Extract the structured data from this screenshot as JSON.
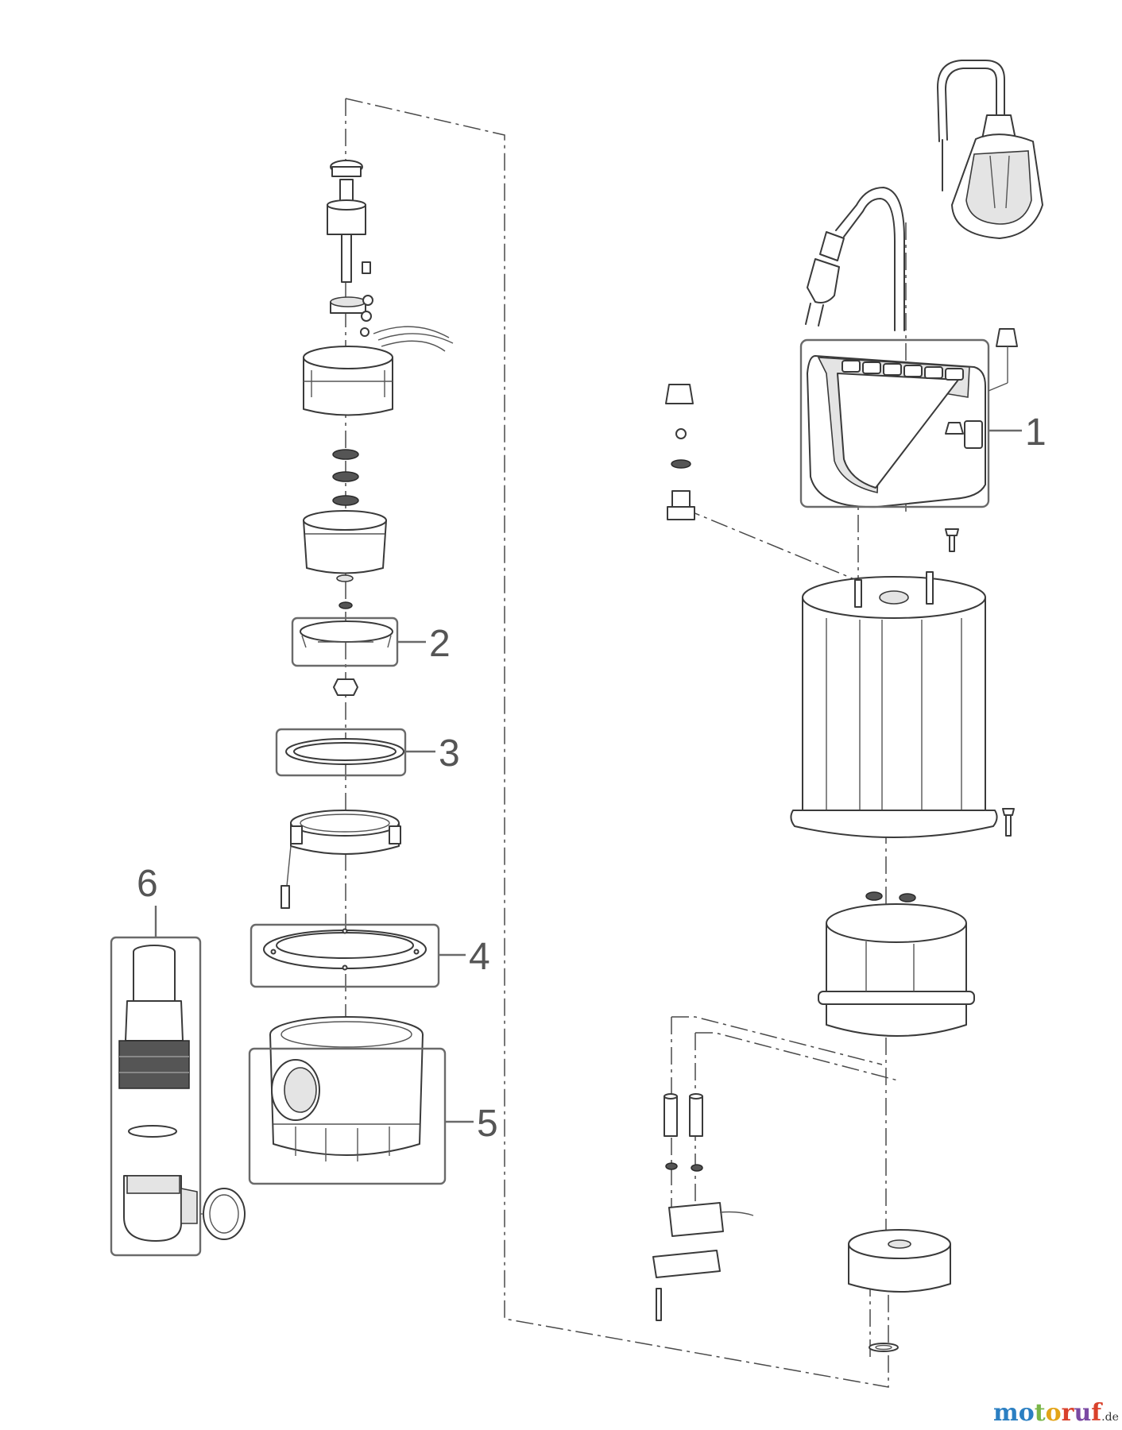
{
  "callouts": [
    {
      "id": "1",
      "label": "1"
    },
    {
      "id": "2",
      "label": "2"
    },
    {
      "id": "3",
      "label": "3"
    },
    {
      "id": "4",
      "label": "4"
    },
    {
      "id": "5",
      "label": "5"
    },
    {
      "id": "6",
      "label": "6"
    }
  ],
  "watermark": {
    "letters": [
      "m",
      "o",
      "t",
      "o",
      "r",
      "u",
      "f"
    ],
    "suffix": ".de",
    "colors": [
      "#2b7fc2",
      "#2b7fc2",
      "#7ab648",
      "#e3a417",
      "#d9412b",
      "#7b4aa3",
      "#d9412b"
    ]
  }
}
